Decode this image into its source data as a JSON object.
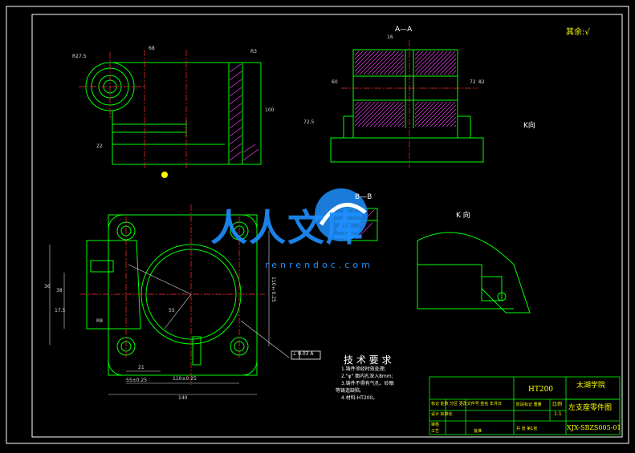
{
  "drawing": {
    "roughness": "其余:√",
    "section_aa": "A—A",
    "section_bb": "B—B",
    "view_k_label": "K向",
    "view_k_label2": "K 向",
    "tech_title": "技 术 要 求",
    "tech_items": [
      "1.铸件须经时效处理;",
      "2.\"φ\" 面内孔深入8mm;",
      "3.铸件不得有气孔、砂眼",
      "等铸造缺陷;",
      "4.材料:HT200。"
    ],
    "datum_frame": "⊥ 0.03 A",
    "dims": {
      "r27": "R27.5",
      "d68": "68",
      "d100": "100",
      "d72": "72.5",
      "d140": "140",
      "d110": "110±0.25",
      "d55": "55±0.25",
      "d110v": "110±0.25",
      "d36": "36",
      "d38": "38",
      "d175": "17.5",
      "d21": "21",
      "r3": "R3",
      "r8": "R8",
      "d55b": "55",
      "d22": "22",
      "d16": "16",
      "d60": "60",
      "d72h": "72",
      "d82": "82"
    },
    "wm_cn": "人人文库",
    "wm_url": "renrendoc.com"
  },
  "title_block": {
    "material": "HT200",
    "school": "太湖学院",
    "part_name": "左支座零件图",
    "drawing_no": "XJX-SBZS005-01",
    "ratio_label": "比例",
    "ratio": "1:1",
    "header_row": "标记 处数 分区 更改文件号 签名 年月日",
    "design_row": "设计 标准化",
    "stage_labels": "阶段标记 重量",
    "sheet_info": "共 张  第1张",
    "review": "审核",
    "process": "工艺",
    "approve": "批准"
  },
  "colors": {
    "bg": "#000000",
    "frame": "#ffffff",
    "part": "#00ff00",
    "center": "#ff3030",
    "dim": "#e0e0e0",
    "hatch": "#ff40ff",
    "yellow": "#ffff00",
    "blue": "#4060ff",
    "wm": "#1e90ff"
  }
}
